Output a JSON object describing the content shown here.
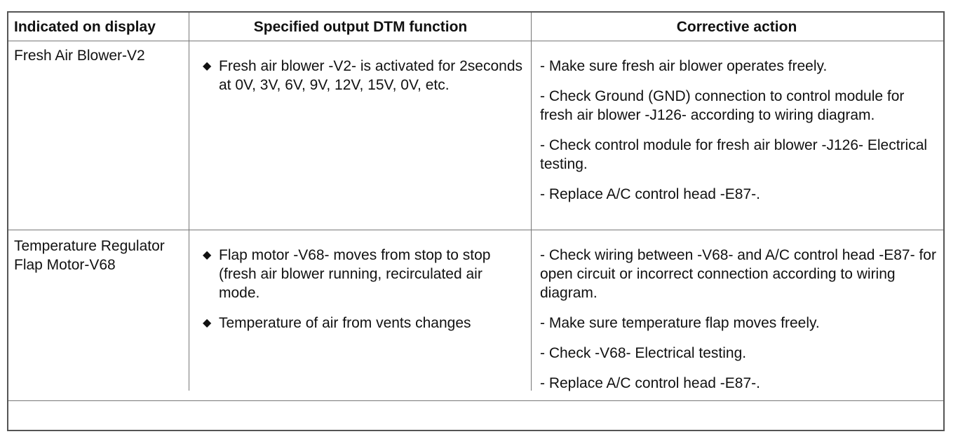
{
  "headers": [
    "Indicated on display",
    "Specified output DTM function",
    "Corrective action"
  ],
  "rows": [
    {
      "indicated": "Fresh Air Blower-V2",
      "dtm": [
        "Fresh air blower -V2- is activated for 2seconds at 0V, 3V, 6V, 9V, 12V, 15V, 0V, etc."
      ],
      "actions": [
        "- Make sure fresh air blower operates freely.",
        "- Check Ground (GND) connection to control module for fresh air blower -J126- according to wiring diagram.",
        "- Check control module for fresh air blower -J126- Electrical testing.",
        "- Replace A/C control head -E87-."
      ]
    },
    {
      "indicated": "Temperature Regulator Flap Motor-V68",
      "dtm": [
        "Flap motor -V68- moves from stop to stop (fresh air blower running, recirculated air mode.",
        "Temperature of air from vents changes"
      ],
      "actions": [
        "- Check wiring between -V68- and A/C control head -E87- for open circuit or incorrect connection according to wiring diagram.",
        "- Make sure temperature flap moves freely.",
        "- Check -V68- Electrical testing.",
        "- Replace A/C control head -E87-."
      ]
    }
  ]
}
